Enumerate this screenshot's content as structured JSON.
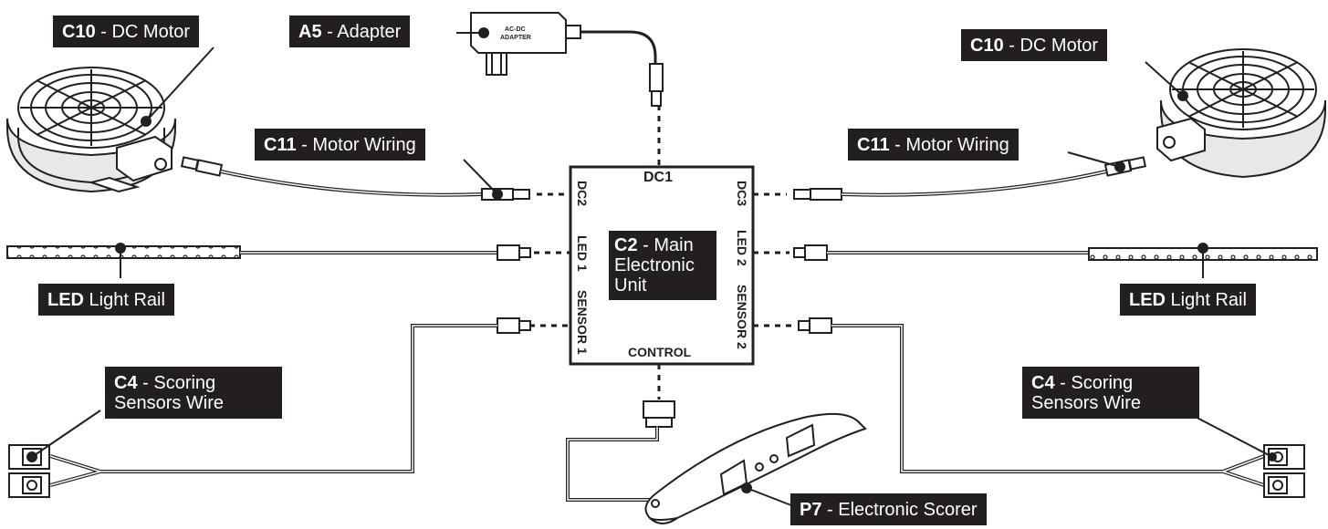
{
  "labels": {
    "motor_left": {
      "code": "C10",
      "text": " - DC Motor"
    },
    "adapter": {
      "code": "A5",
      "text": " - Adapter"
    },
    "motor_right": {
      "code": "C10",
      "text": " - DC Motor"
    },
    "wiring_left": {
      "code": "C11",
      "text": " - Motor Wiring"
    },
    "wiring_right": {
      "code": "C11",
      "text": " - Motor Wiring"
    },
    "led_left": {
      "code": "LED",
      "text": " Light Rail"
    },
    "led_right": {
      "code": "LED",
      "text": " Light Rail"
    },
    "sensor_left": {
      "code": "C4",
      "text": " - Scoring",
      "line2": "Sensors Wire"
    },
    "sensor_right": {
      "code": "C4",
      "text": " - Scoring",
      "line2": "Sensors Wire"
    },
    "main_unit": {
      "code": "C2",
      "text": " - Main",
      "line2": "Electronic",
      "line3": "Unit"
    },
    "scorer": {
      "code": "P7",
      "text": " - Electronic Scorer"
    }
  },
  "unit_ports": {
    "top": "DC1",
    "dc2": "DC2",
    "dc3": "DC3",
    "led1": "LED 1",
    "led2": "LED 2",
    "sensor1": "SENSOR 1",
    "sensor2": "SENSOR 2",
    "control": "CONTROL"
  },
  "adapter_print": {
    "line1": "AC-DC",
    "line2": "ADAPTER"
  },
  "colors": {
    "label_bg": "#231f20",
    "label_text": "#ffffff",
    "line": "#231f20"
  }
}
